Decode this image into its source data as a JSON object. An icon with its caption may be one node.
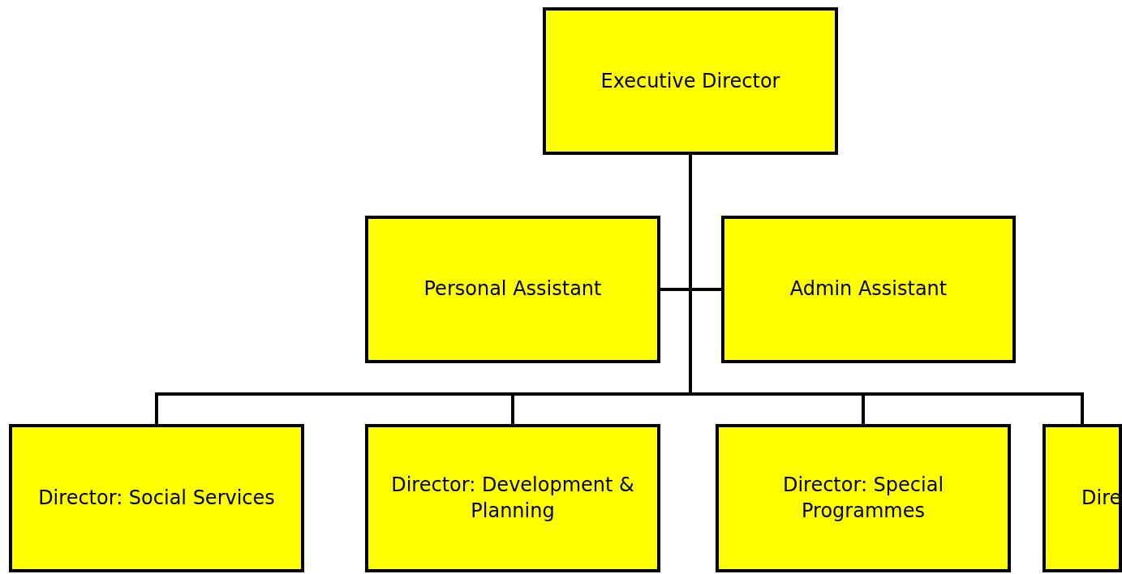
{
  "diagram": {
    "nodes": [
      {
        "text": [
          "Executive Director"
        ]
      },
      {
        "text": [
          "Personal Assistant"
        ]
      },
      {
        "text": [
          "Admin Assistant"
        ]
      },
      {
        "text": [
          "Director: Social Services"
        ]
      },
      {
        "text": [
          "Director: Development & Planning"
        ]
      },
      {
        "text": [
          "Director: Special Programmes"
        ]
      },
      {
        "text": [
          "Dire"
        ]
      }
    ],
    "edges": [
      {
        "from": 0,
        "to": 1,
        "arrow": "none"
      },
      {
        "from": 0,
        "to": 2,
        "arrow": "none"
      },
      {
        "from": 0,
        "to": 3,
        "arrow": "none"
      },
      {
        "from": 0,
        "to": 4,
        "arrow": "none"
      },
      {
        "from": 0,
        "to": 5,
        "arrow": "none"
      },
      {
        "from": 0,
        "to": 6,
        "arrow": "none"
      }
    ]
  }
}
